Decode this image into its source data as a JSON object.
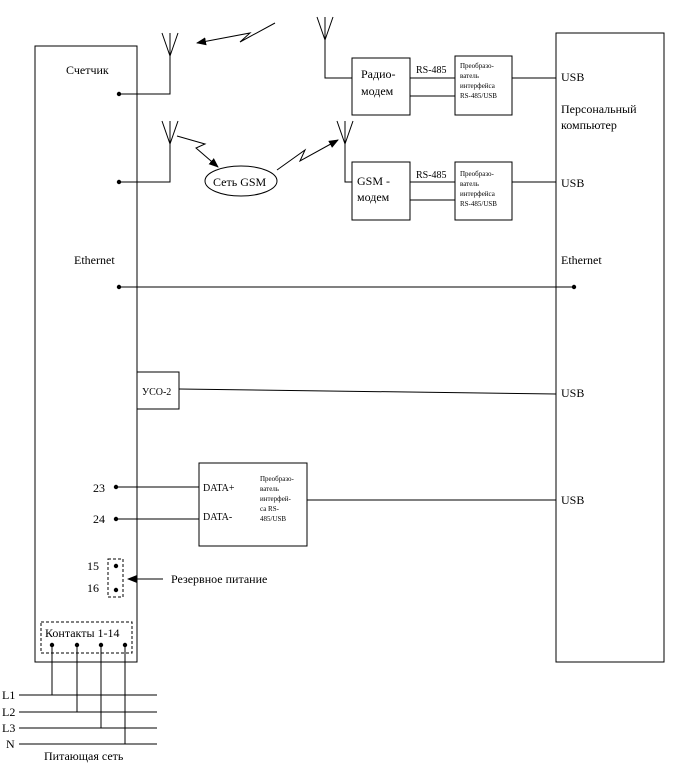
{
  "meter": {
    "label": "Счетчик",
    "ethernet_label": "Ethernet"
  },
  "pc": {
    "label_line1": "Персональный",
    "label_line2": "компьютер",
    "ethernet_label": "Ethernet"
  },
  "gsm_cloud": {
    "label": "Сеть GSM"
  },
  "radio_modem": {
    "line1": "Радио-",
    "line2": "модем"
  },
  "gsm_modem": {
    "line1": "GSM -",
    "line2": "модем"
  },
  "rs485_label_top": "RS-485",
  "rs485_label_mid": "RS-485",
  "converter_top": {
    "l1": "Преобразо-",
    "l2": "ватель",
    "l3": "интерфейса",
    "l4": "RS-485/USB"
  },
  "converter_mid": {
    "l1": "Преобразо-",
    "l2": "ватель",
    "l3": "интерфейса",
    "l4": "RS-485/USB"
  },
  "converter_low": {
    "data_plus": "DATA+",
    "data_minus": "DATA-",
    "l1": "Преобразо-",
    "l2": "ватель",
    "l3": "интерфей-",
    "l4": "са RS-",
    "l5": "485/USB"
  },
  "uso": {
    "label": "УСО-2"
  },
  "usb_labels": {
    "top": "USB",
    "mid": "USB",
    "uso": "USB",
    "low": "USB"
  },
  "terminals": {
    "t23": "23",
    "t24": "24",
    "t15": "15",
    "t16": "16"
  },
  "reserve_power": "Резервное питание",
  "contacts": "Контакты 1-14",
  "mains": {
    "l1": "L1",
    "l2": "L2",
    "l3": "L3",
    "n": "N",
    "caption": "Питающая сеть"
  }
}
